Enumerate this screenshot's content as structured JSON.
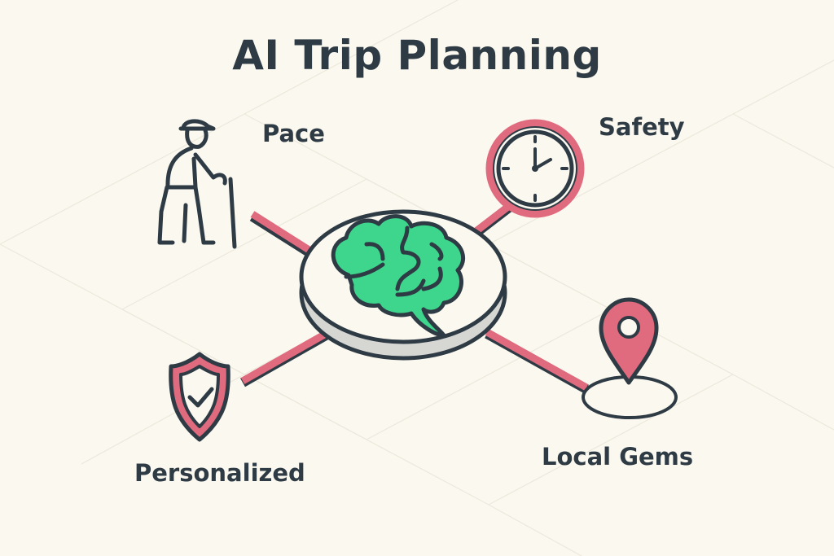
{
  "title": "AI Trip Planning",
  "center": {
    "icon": "brain-icon"
  },
  "nodes": [
    {
      "label": "Pace",
      "icon": "elderly-person-with-cane-icon"
    },
    {
      "label": "Safety",
      "icon": "clock-icon"
    },
    {
      "label": "Personalized",
      "icon": "shield-check-icon"
    },
    {
      "label": "Local Gems",
      "icon": "map-pin-icon"
    }
  ],
  "colors": {
    "background": "#fbf8ef",
    "outline": "#2e3b45",
    "accent": "#e06a7e",
    "brain": "#3dd68c"
  }
}
